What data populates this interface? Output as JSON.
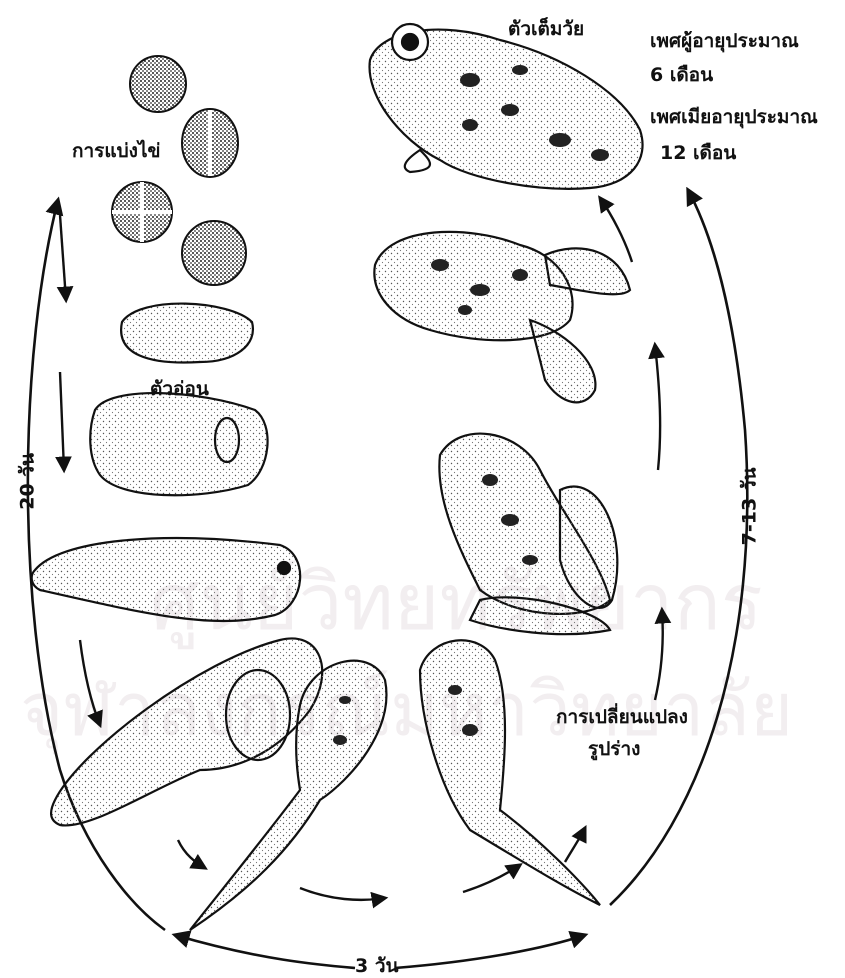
{
  "labels": {
    "egg_division": "การแบ่งไข่",
    "adult": "ตัวเต็มวัย",
    "male_age_line1": "เพศผู้อายุประมาณ",
    "male_age_line2": "6  เดือน",
    "female_age_line1": "เพศเมียอายุประมาณ",
    "female_age_line2": "12  เดือน",
    "larva": "ตัวอ่อน",
    "metamorphosis_line1": "การเปลี่ยนแปลง",
    "metamorphosis_line2": "รูปร่าง",
    "duration_left": "20 วัน",
    "duration_bottom": "3 วัน",
    "duration_right": "7-13 วัน"
  },
  "watermark": {
    "line1": "ศูนย์วิทยทรัพยากร",
    "line2": "จุฬาลงกรณ์มหาวิทยาลัย"
  }
}
